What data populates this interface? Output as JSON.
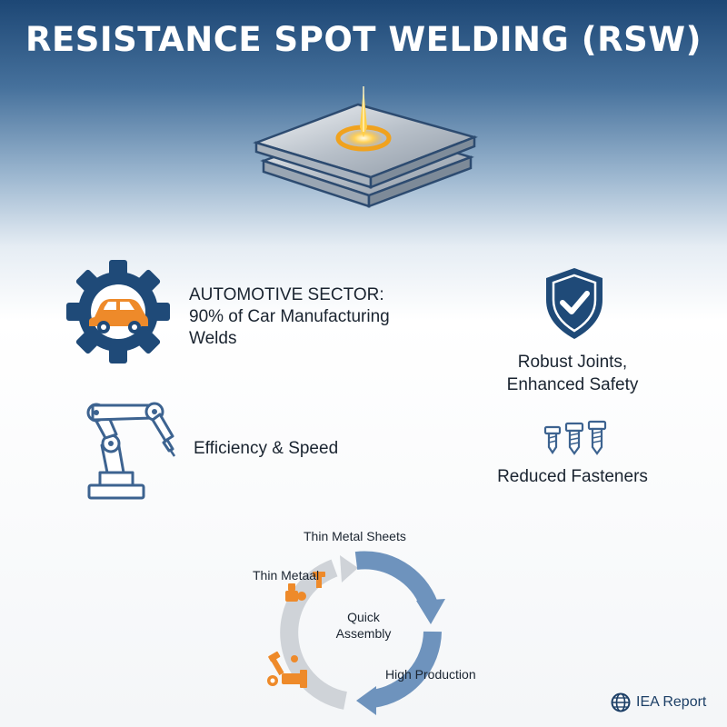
{
  "title": "RESISTANCE SPOT WELDING (RSW)",
  "automotive": {
    "line1": "AUTOMOTIVE SECTOR:",
    "line2": "90% of Car Manufacturing",
    "line3": "Welds"
  },
  "efficiency": {
    "label": "Efficiency & Speed"
  },
  "safety": {
    "line1": "Robust Joints,",
    "line2": "Enhanced Safety"
  },
  "fasteners": {
    "label": "Reduced Fasteners"
  },
  "cycle": {
    "top_label": "Thin Metal Sheets",
    "left_label": "Thin Metaal",
    "center_line1": "Quick",
    "center_line2": "Assembly",
    "bottom_label": "High Production"
  },
  "footer": {
    "label": "IEA Report"
  },
  "colors": {
    "navy": "#1f4a78",
    "orange": "#ee8a2a",
    "steel_blue": "#6e93bd",
    "grey": "#c9cdd2"
  }
}
